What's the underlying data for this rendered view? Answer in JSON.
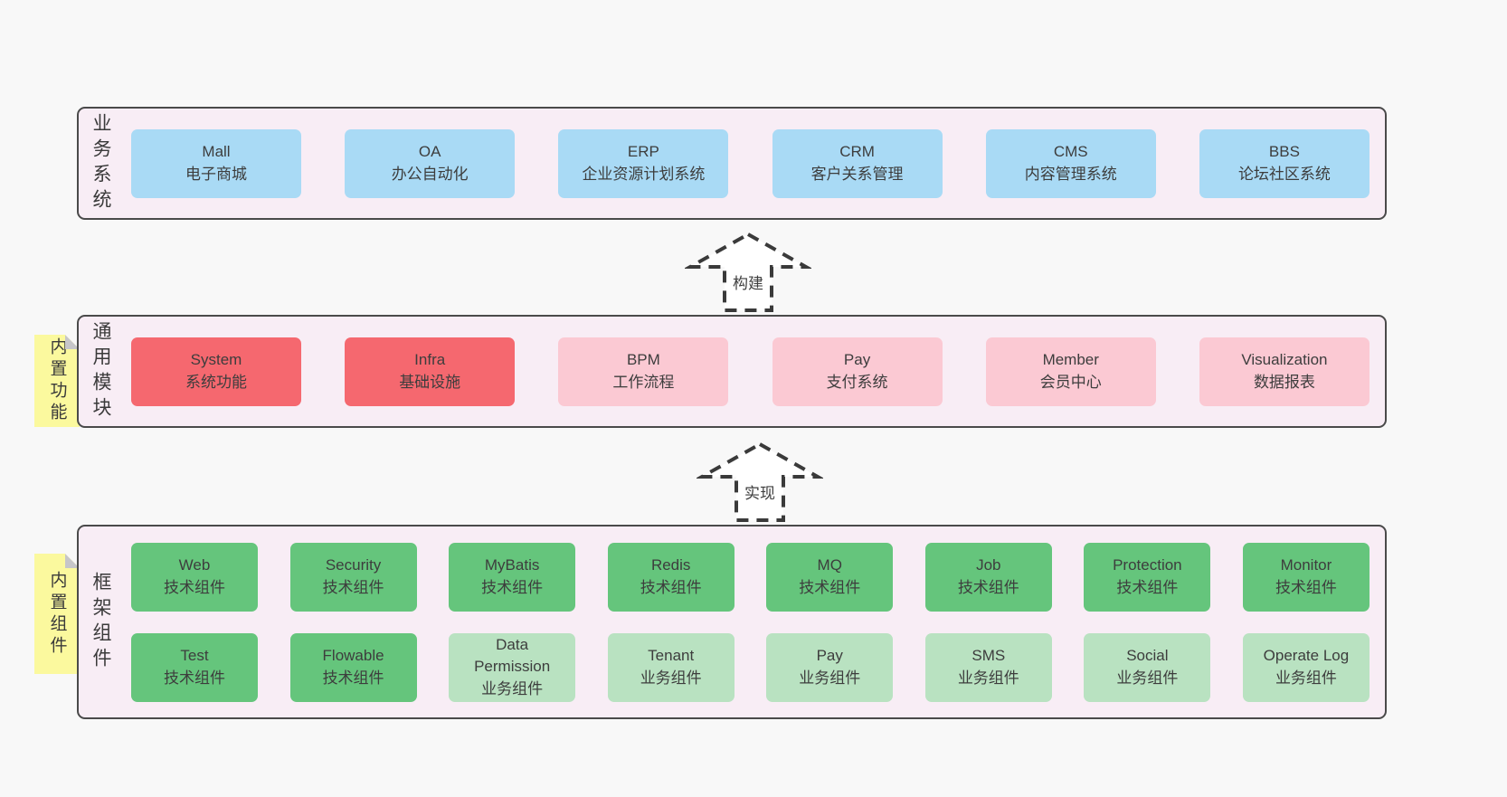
{
  "colors": {
    "page_bg": "#f8f8f8",
    "panel_bg": "#f8edf5",
    "panel_border": "#4a4a4a",
    "box_blue": "#a9daf5",
    "box_red": "#f5686f",
    "box_pink": "#fbc9d3",
    "box_green": "#65c57c",
    "box_green_light": "#b9e2c1",
    "sticky_yellow": "#fbf99e",
    "sticky_fold_gray": "#c6c6c9",
    "text": "#3d3d3d"
  },
  "arrows": [
    {
      "label": "构建"
    },
    {
      "label": "实现"
    }
  ],
  "sections": [
    {
      "label": "业务系统",
      "sticky": null,
      "rows": [
        [
          {
            "name": "Mall",
            "desc": "电子商城",
            "variant": "blue"
          },
          {
            "name": "OA",
            "desc": "办公自动化",
            "variant": "blue"
          },
          {
            "name": "ERP",
            "desc": "企业资源计划系统",
            "variant": "blue"
          },
          {
            "name": "CRM",
            "desc": "客户关系管理",
            "variant": "blue"
          },
          {
            "name": "CMS",
            "desc": "内容管理系统",
            "variant": "blue"
          },
          {
            "name": "BBS",
            "desc": "论坛社区系统",
            "variant": "blue"
          }
        ]
      ]
    },
    {
      "label": "通用模块",
      "sticky": "内置功能",
      "rows": [
        [
          {
            "name": "System",
            "desc": "系统功能",
            "variant": "red"
          },
          {
            "name": "Infra",
            "desc": "基础设施",
            "variant": "red"
          },
          {
            "name": "BPM",
            "desc": "工作流程",
            "variant": "pink"
          },
          {
            "name": "Pay",
            "desc": "支付系统",
            "variant": "pink"
          },
          {
            "name": "Member",
            "desc": "会员中心",
            "variant": "pink"
          },
          {
            "name": "Visualization",
            "desc": "数据报表",
            "variant": "pink"
          }
        ]
      ]
    },
    {
      "label": "框架组件",
      "sticky": "内置组件",
      "rows": [
        [
          {
            "name": "Web",
            "desc": "技术组件",
            "variant": "green"
          },
          {
            "name": "Security",
            "desc": "技术组件",
            "variant": "green"
          },
          {
            "name": "MyBatis",
            "desc": "技术组件",
            "variant": "green"
          },
          {
            "name": "Redis",
            "desc": "技术组件",
            "variant": "green"
          },
          {
            "name": "MQ",
            "desc": "技术组件",
            "variant": "green"
          },
          {
            "name": "Job",
            "desc": "技术组件",
            "variant": "green"
          },
          {
            "name": "Protection",
            "desc": "技术组件",
            "variant": "green"
          },
          {
            "name": "Monitor",
            "desc": "技术组件",
            "variant": "green"
          }
        ],
        [
          {
            "name": "Test",
            "desc": "技术组件",
            "variant": "green"
          },
          {
            "name": "Flowable",
            "desc": "技术组件",
            "variant": "green"
          },
          {
            "name": "Data Permission",
            "desc": "业务组件",
            "variant": "green-light"
          },
          {
            "name": "Tenant",
            "desc": "业务组件",
            "variant": "green-light"
          },
          {
            "name": "Pay",
            "desc": "业务组件",
            "variant": "green-light"
          },
          {
            "name": "SMS",
            "desc": "业务组件",
            "variant": "green-light"
          },
          {
            "name": "Social",
            "desc": "业务组件",
            "variant": "green-light"
          },
          {
            "name": "Operate Log",
            "desc": "业务组件",
            "variant": "green-light"
          }
        ]
      ]
    }
  ]
}
